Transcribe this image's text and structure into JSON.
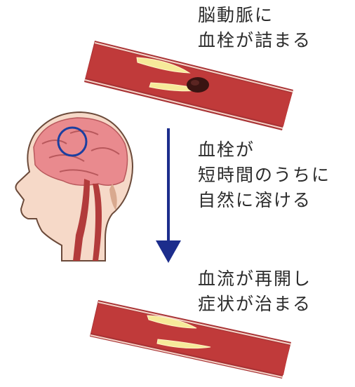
{
  "captions": {
    "top": [
      "脳動脈に",
      "血栓が詰まる"
    ],
    "middle": [
      "血栓が",
      "短時間のうちに",
      "自然に溶ける"
    ],
    "bottom": [
      "血流が再開し",
      "症状が治まる"
    ]
  },
  "colors": {
    "vessel_wall": "#a83234",
    "vessel_inner": "#c03a3a",
    "vessel_edge": "#f4d3c8",
    "plaque": "#f6ea9a",
    "clot": "#3a1412",
    "arrow": "#1c2d8c",
    "skin": "#f6d9c8",
    "brain": "#e98a8e",
    "circle": "#1b3fa0"
  },
  "icons": {
    "vessel_blocked": "blocked-artery-icon",
    "vessel_open": "open-artery-icon",
    "head": "head-brain-icon",
    "arrow": "arrow-down-icon"
  }
}
